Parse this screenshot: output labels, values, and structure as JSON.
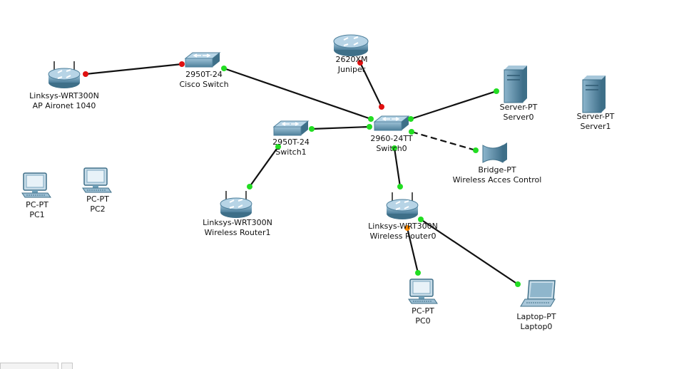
{
  "devices": {
    "ap": {
      "type": "Linksys-WRT300N",
      "name": "AP Aironet 1040"
    },
    "cisco_switch": {
      "type": "2950T-24",
      "name": "Cisco Switch"
    },
    "juniper": {
      "type": "2620XM",
      "name": "Juniper"
    },
    "switch0": {
      "type": "2960-24TT",
      "name": "Switch0"
    },
    "switch1": {
      "type": "2950T-24",
      "name": "Switch1"
    },
    "server0": {
      "type": "Server-PT",
      "name": "Server0"
    },
    "server1": {
      "type": "Server-PT",
      "name": "Server1"
    },
    "bridge": {
      "type": "Bridge-PT",
      "name": "Wireless Acces Control"
    },
    "wr1": {
      "type": "Linksys-WRT300N",
      "name": "Wireless Router1"
    },
    "wr0": {
      "type": "Linksys-WRT300N",
      "name": "Wireless Router0"
    },
    "pc1": {
      "type": "PC-PT",
      "name": "PC1"
    },
    "pc2": {
      "type": "PC-PT",
      "name": "PC2"
    },
    "pc0": {
      "type": "PC-PT",
      "name": "PC0"
    },
    "laptop0": {
      "type": "Laptop-PT",
      "name": "Laptop0"
    }
  },
  "colors": {
    "link": "#111111",
    "port_up": "#22dd22",
    "port_down": "#e01010",
    "port_amber": "#ff8a00",
    "device_body": "#6f9fb8",
    "device_dark": "#3e6f88"
  }
}
